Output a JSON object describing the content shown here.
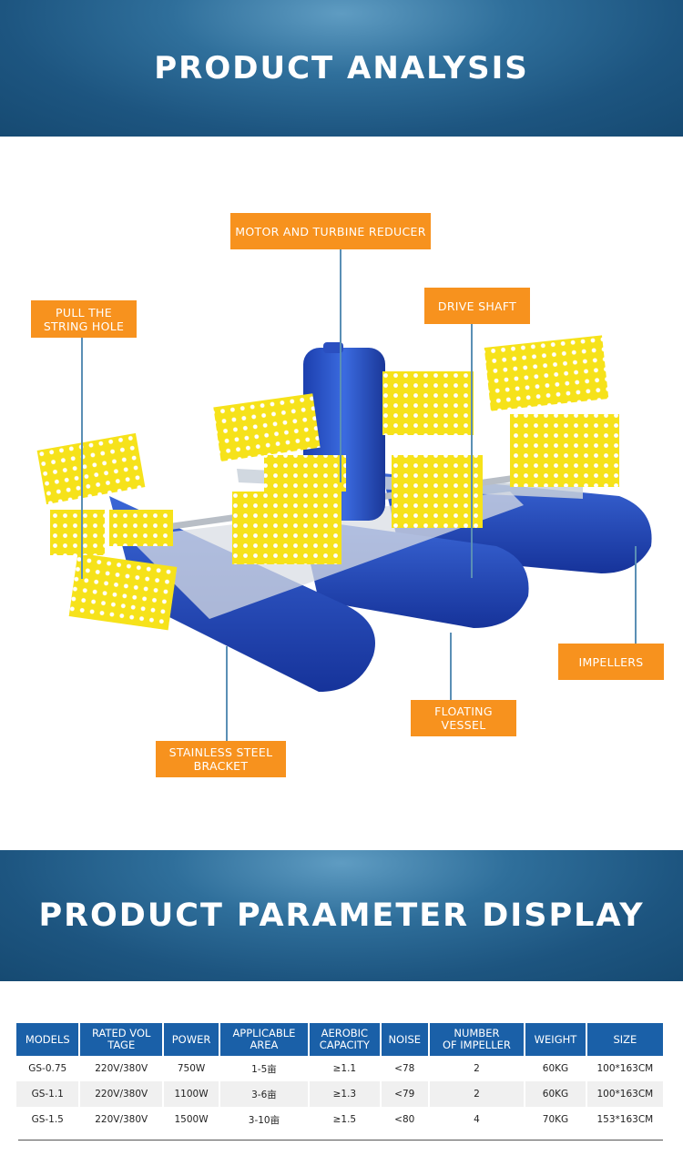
{
  "section1": {
    "title": "PRODUCT ANALYSIS"
  },
  "section2": {
    "title": "PRODUCT PARAMETER DISPLAY"
  },
  "callouts": {
    "motor": "MOTOR AND TURBINE REDUCER",
    "pull_string": [
      "PULL THE",
      "STRING HOLE"
    ],
    "drive_shaft": "DRIVE SHAFT",
    "impellers": "IMPELLERS",
    "floating_vessel": "FLOATING VESSEL",
    "stainless": [
      "STAINLESS STEEL",
      "BRACKET"
    ]
  },
  "table": {
    "headers": [
      [
        "MODELS"
      ],
      [
        "RATED VOL",
        "TAGE"
      ],
      [
        "POWER"
      ],
      [
        "APPLICABLE",
        "AREA"
      ],
      [
        "AEROBIC",
        "CAPACITY"
      ],
      [
        "NOISE"
      ],
      [
        "NUMBER",
        "OF IMPELLER"
      ],
      [
        "WEIGHT"
      ],
      [
        "SIZE"
      ]
    ],
    "rows": [
      [
        "GS-0.75",
        "220V/380V",
        "750W",
        "1-5亩",
        "≥1.1",
        "<78",
        "2",
        "60KG",
        "100*163CM"
      ],
      [
        "GS-1.1",
        "220V/380V",
        "1100W",
        "3-6亩",
        "≥1.3",
        "<79",
        "2",
        "60KG",
        "100*163CM"
      ],
      [
        "GS-1.5",
        "220V/380V",
        "1500W",
        "3-10亩",
        "≥1.5",
        "<80",
        "4",
        "70KG",
        "153*163CM"
      ]
    ]
  },
  "colors": {
    "banner": "#1d5580",
    "callout": "#f7921e",
    "table_header": "#1a60a8",
    "paddle": "#f6e21a",
    "float": "#2147b8"
  },
  "icons": [
    "paddlewheel-aerator-illustration"
  ]
}
